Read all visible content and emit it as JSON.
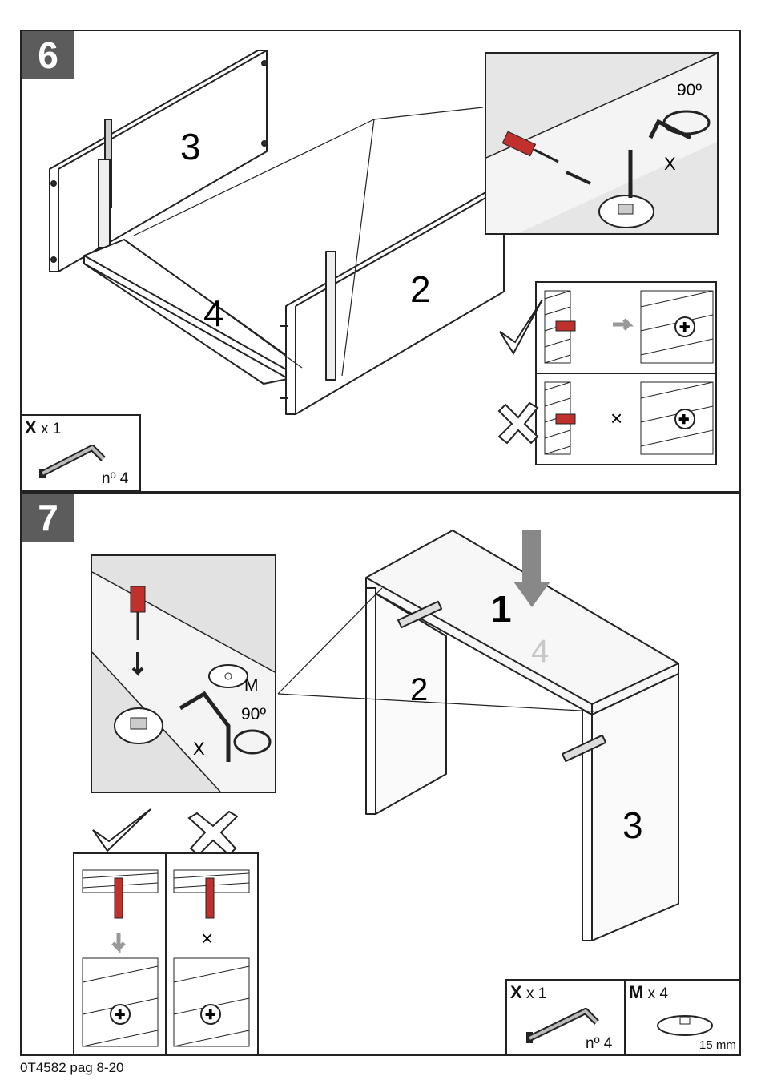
{
  "steps": {
    "step6": {
      "number": "6",
      "parts": {
        "p3": "3",
        "p2": "2",
        "p4": "4"
      },
      "detail": {
        "angle": "90º",
        "tool": "X"
      },
      "inventory": {
        "letter": "X",
        "qty": "x 1",
        "size": "nº 4"
      }
    },
    "step7": {
      "number": "7",
      "parts": {
        "p1": "1",
        "p2": "2",
        "p3": "3",
        "p4": "4"
      },
      "detail": {
        "angle": "90º",
        "tool": "X",
        "disc": "M"
      },
      "inventory_x": {
        "letter": "X",
        "qty": "x 1",
        "size": "nº 4"
      },
      "inventory_m": {
        "letter": "M",
        "qty": "x 4",
        "size": "15 mm"
      }
    }
  },
  "marks": {
    "wrong": "×"
  },
  "footer": "0T4582 pag 8-20"
}
